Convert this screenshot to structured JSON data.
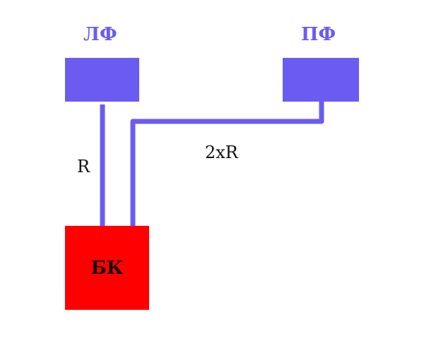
{
  "diagram": {
    "left_speaker": {
      "label": "ЛФ"
    },
    "right_speaker": {
      "label": "ПФ"
    },
    "amplifier": {
      "label": "БК"
    },
    "left_cable": {
      "label": "R"
    },
    "right_cable": {
      "label": "2xR"
    }
  },
  "colors": {
    "speaker": "#6a5cf2",
    "cable": "#6a5cf2",
    "amplifier": "#ff0000",
    "text": "#111111"
  }
}
